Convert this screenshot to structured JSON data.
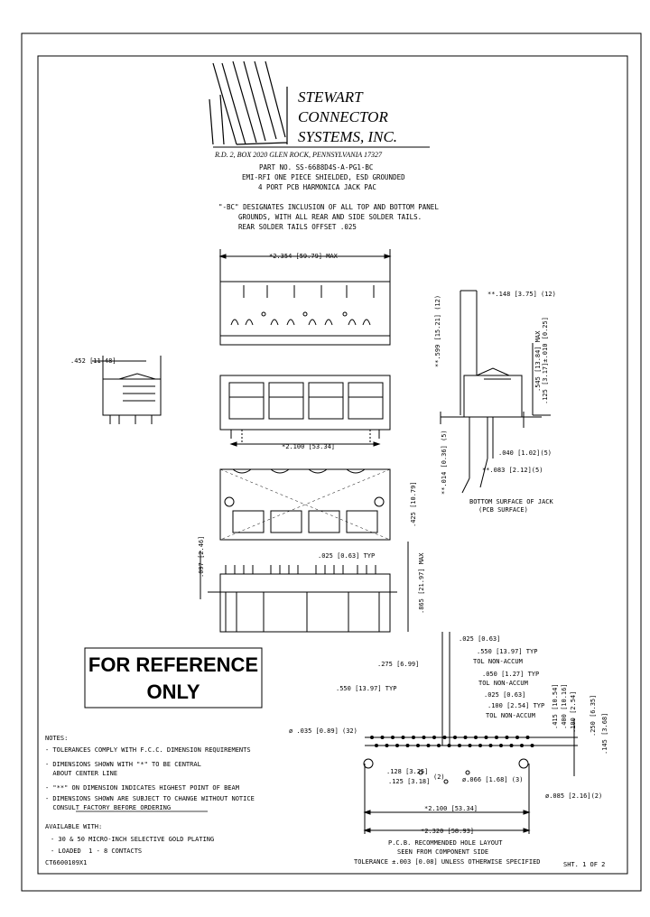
{
  "company": {
    "line1": "STEWART",
    "line2": "CONNECTOR",
    "line3": "SYSTEMS,  INC.",
    "address": "R.D. 2, BOX 2020   GLEN ROCK, PENNSYLVANIA   17327"
  },
  "part": {
    "number": "PART NO. SS-6688D4S-A-PG1-BC",
    "desc1": "EMI-RFI ONE PIECE SHIELDED, ESD GROUNDED",
    "desc2": "4 PORT PCB HARMONICA JACK PAC"
  },
  "bc_note": {
    "line1": "\"-BC\" DESIGNATES INCLUSION OF ALL TOP AND BOTTOM PANEL",
    "line2": "GROUNDS, WITH ALL REAR AND SIDE SOLDER TAILS.",
    "line3": "REAR SOLDER TAILS OFFSET .025"
  },
  "dims": {
    "max_width": "*2.354 [59.79] MAX",
    "side_depth": ".452 [11.48]",
    "pitch_2100": "*2.100 [53.34]",
    "d148": "**.148 [3.75] (12)",
    "d599": "**.599 [15.21] (12)",
    "d545": ".545 [13.84] MAX",
    "d125": ".125 [3.17]±.010 [0.25]",
    "d040": ".040 [1.02](5)",
    "d014": "**.014 [0.36] (5)",
    "d083": "**.083 [2.12](5)",
    "bottom_surface": "BOTTOM SURFACE OF JACK",
    "pcb_surface": "(PCB SURFACE)",
    "d097": ".097 [2.46]",
    "d025typ": ".025 [0.63] TYP",
    "d425": ".425 [10.79]",
    "d865": ".865 [21.97] MAX"
  },
  "reference": {
    "line1": "FOR REFERENCE",
    "line2": "ONLY"
  },
  "pcb": {
    "d025": ".025 [0.63]",
    "d550typ": ".550 [13.97] TYP",
    "tol_non_accum_1": "TOL NON-ACCUM",
    "d275": ".275 [6.99]",
    "d050typ": ".050 [1.27] TYP",
    "d550typ_left": ".550 [13.97] TYP",
    "d025b": ".025 [0.63]",
    "d100typ": ".100 [2.54] TYP",
    "tol_non_accum_2": "TOL NON-ACCUM",
    "hole035": "ø .035 [0.89] (32)",
    "d415": ".415 [10.54]",
    "d400": ".400 [10.16]",
    "d100": ".100 [2.54]",
    "d250": ".250 [6.35]",
    "d145": ".145 [3.68]",
    "d128": ".128 [3.25]",
    "d125": ".125 [3.18]",
    "d128_qty": "(2)",
    "hole066": "ø.066 [1.68]  (3)",
    "hole085": "ø.085 [2.16](2)",
    "d2100": "*2.100 [53.34]",
    "d2320": "*2.320 [58.93]",
    "caption1": "P.C.B. RECOMMENDED HOLE LAYOUT",
    "caption2": "SEEN FROM COMPONENT SIDE",
    "tolerance": "TOLERANCE ±.003 [0.08] UNLESS OTHERWISE SPECIFIED"
  },
  "notes": {
    "heading": "NOTES:",
    "items": [
      "- TOLERANCES COMPLY WITH F.C.C. DIMENSION REQUIREMENTS",
      "- DIMENSIONS SHOWN WITH \"*\" TO BE CENTRAL",
      "  ABOUT CENTER LINE",
      "- \"**\" ON DIMENSION INDICATES HIGHEST POINT OF BEAM",
      "- DIMENSIONS SHOWN ARE SUBJECT TO CHANGE WITHOUT NOTICE",
      "  CONSULT FACTORY BEFORE ORDERING"
    ]
  },
  "available": {
    "heading": "AVAILABLE WITH:",
    "items": [
      "- 30 & 50 MICRO-INCH SELECTIVE GOLD PLATING",
      "- LOADED  1 - 8 CONTACTS"
    ]
  },
  "footer": {
    "drawing_no": "CT6600109X1",
    "sheet": "SHT. 1 OF 2"
  }
}
